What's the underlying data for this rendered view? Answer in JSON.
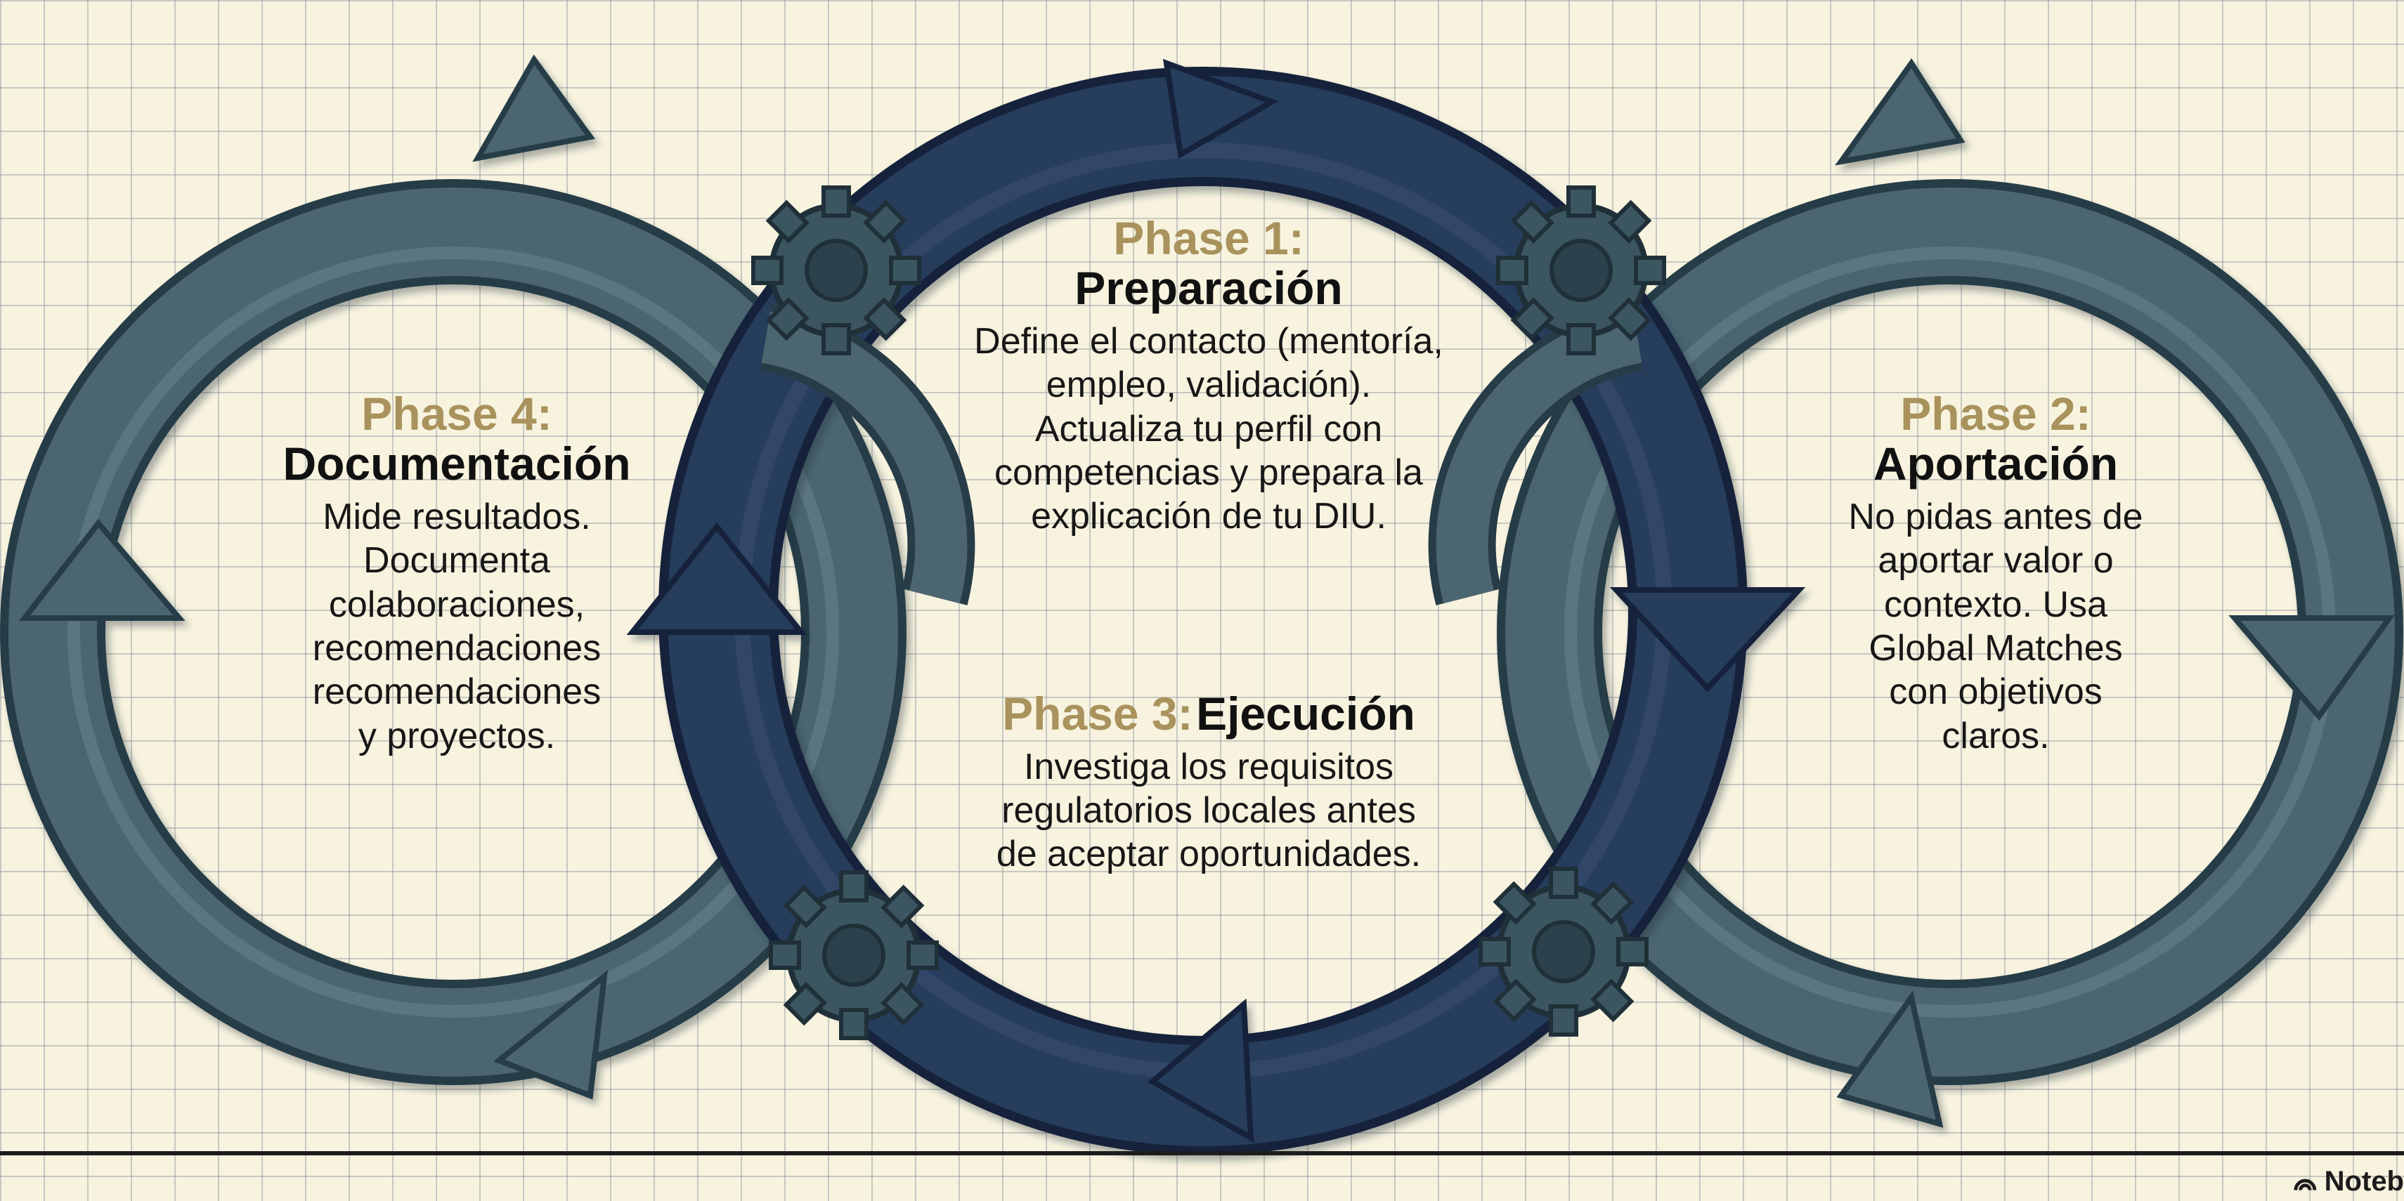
{
  "phases": [
    {
      "id": "phase-1",
      "label": "Phase 1:",
      "title": "Preparación",
      "description_lines": [
        "Define el contacto (mentoría,",
        "empleo, validación).",
        "Actualiza tu perfil con",
        "competencias y prepara la",
        "explicación de tu DIU."
      ]
    },
    {
      "id": "phase-2",
      "label": "Phase 2:",
      "title": "Aportación",
      "description_lines": [
        "No pidas antes de",
        "aportar valor o",
        "contexto. Usa",
        "Global Matches",
        "con objetivos",
        "claros."
      ]
    },
    {
      "id": "phase-3",
      "label": "Phase 3:",
      "title": "Ejecución",
      "description_lines": [
        "Investiga los requisitos",
        "regulatorios locales antes",
        "de aceptar oportunidades."
      ]
    },
    {
      "id": "phase-4",
      "label": "Phase 4:",
      "title": "Documentación",
      "description_lines": [
        "Mide resultados.",
        "Documenta",
        "colaboraciones,",
        "recomendaciones",
        "recomendaciones",
        "y proyectos."
      ]
    }
  ],
  "brand": {
    "text": "Noteb"
  },
  "colors": {
    "background": "#f7f3df",
    "outer_ring": "#4c6671",
    "outer_ring_edge": "#273c47",
    "center_ring": "#263c5c",
    "center_ring_edge": "#14213a",
    "gear": "#3c5661",
    "phase_label": "#a9925c",
    "text": "#111111"
  },
  "icons": [
    "gear-icon",
    "arrow-icon",
    "brand-logo-icon"
  ]
}
